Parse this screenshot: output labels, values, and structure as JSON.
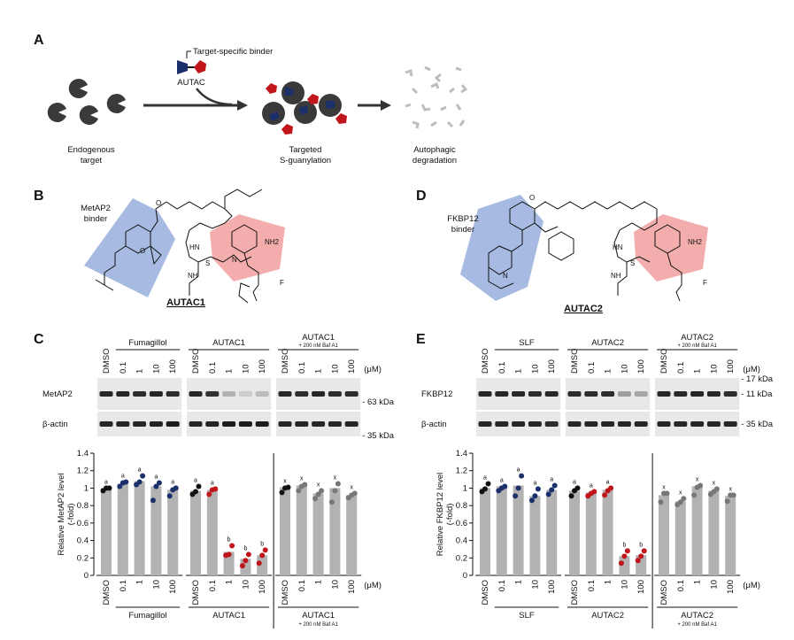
{
  "panel_letters": [
    "A",
    "B",
    "C",
    "D",
    "E"
  ],
  "panelA": {
    "binder_label": "Target-specific binder",
    "autac_label": "AUTAC",
    "step1": [
      "Endogenous",
      "target"
    ],
    "step2": [
      "Targeted",
      "S-guanylation"
    ],
    "step3": [
      "Autophagic",
      "degradation"
    ]
  },
  "panelB": {
    "binder_label": [
      "MetAP2",
      "binder"
    ],
    "compound": "AUTAC1",
    "atoms": {
      "nh2": "NH2",
      "f": "F",
      "s": "S",
      "nh": "NH",
      "hn": "HN",
      "o": "O",
      "n": "N",
      "oh": "O",
      "me": "O"
    }
  },
  "panelD": {
    "binder_label": [
      "FKBP12",
      "binder"
    ],
    "compound": "AUTAC2",
    "atoms": {
      "nh2": "NH2",
      "f": "F",
      "s": "S",
      "nh": "NH",
      "hn": "HN",
      "o": "O",
      "n": "N"
    }
  },
  "blotC": {
    "group_labels": [
      "Fumagillol",
      "AUTAC1",
      "AUTAC1"
    ],
    "baf_label": "+ 200 nM Baf A1",
    "unit": "(μM)",
    "lanes": [
      "DMSO",
      "0.1",
      "1",
      "10",
      "100",
      "DMSO",
      "0.1",
      "1",
      "10",
      "100",
      "DMSO",
      "0.1",
      "1",
      "10",
      "100"
    ],
    "rows": [
      "MetAP2",
      "β-actin"
    ],
    "mw": [
      "63 kDa",
      "35 kDa"
    ]
  },
  "blotE": {
    "group_labels": [
      "SLF",
      "AUTAC2",
      "AUTAC2"
    ],
    "baf_label": "+ 200 nM Baf A1",
    "unit": "(μM)",
    "lanes": [
      "DMSO",
      "0.1",
      "1",
      "10",
      "100",
      "DMSO",
      "0.1",
      "1",
      "10",
      "100",
      "DMSO",
      "0.1",
      "1",
      "10",
      "100"
    ],
    "rows": [
      "FKBP12",
      "β-actin"
    ],
    "mw": [
      "17 kDa",
      "11 kDa",
      "35 kDa"
    ]
  },
  "chart_data": [
    {
      "type": "bar",
      "panel": "C",
      "ylabel": "Relative MetAP2 level (-fold)",
      "ylim": [
        0,
        1.4
      ],
      "yticks": [
        0,
        0.2,
        0.4,
        0.6,
        0.8,
        1,
        1.2,
        1.4
      ],
      "categories": [
        "DMSO",
        "0.1",
        "1",
        "10",
        "100",
        "DMSO",
        "0.1",
        "1",
        "10",
        "100",
        "DMSO",
        "0.1",
        "1",
        "10",
        "100"
      ],
      "groups": [
        "Fumagillol",
        "AUTAC1",
        "AUTAC1"
      ],
      "group_note": "+ 200 nM Baf A1",
      "unit": "(μM)",
      "values": [
        1.0,
        1.05,
        1.08,
        1.02,
        0.98,
        0.97,
        0.98,
        0.27,
        0.19,
        0.23,
        1.01,
        1.03,
        0.94,
        1.0,
        0.92
      ],
      "points": [
        [
          0.97,
          1.0,
          1.0
        ],
        [
          1.02,
          1.06,
          1.07
        ],
        [
          1.04,
          1.07,
          1.14
        ],
        [
          0.86,
          1.02,
          1.06
        ],
        [
          0.91,
          0.98,
          1.0
        ],
        [
          0.93,
          0.96,
          1.02
        ],
        [
          0.93,
          0.98,
          0.99
        ],
        [
          0.23,
          0.24,
          0.34
        ],
        [
          0.11,
          0.17,
          0.24
        ],
        [
          0.14,
          0.23,
          0.29
        ],
        [
          0.95,
          1.0,
          1.01
        ],
        [
          0.97,
          1.02,
          1.04
        ],
        [
          0.88,
          0.93,
          0.97
        ],
        [
          0.84,
          0.97,
          1.05
        ],
        [
          0.89,
          0.92,
          0.94
        ]
      ],
      "point_colors": [
        "#111111",
        "#1b2f6b",
        "#1b2f6b",
        "#1b2f6b",
        "#1b2f6b",
        "#111111",
        "#c0151b",
        "#c0151b",
        "#c0151b",
        "#c0151b",
        "#111111",
        "#777777",
        "#777777",
        "#777777",
        "#777777"
      ],
      "significance": [
        "a",
        "a",
        "a",
        "a",
        "a",
        "a",
        "a",
        "b",
        "b",
        "b",
        "x",
        "x",
        "x",
        "x",
        "x"
      ]
    },
    {
      "type": "bar",
      "panel": "E",
      "ylabel": "Relative FKBP12 level (-fold)",
      "ylim": [
        0,
        1.4
      ],
      "yticks": [
        0,
        0.2,
        0.4,
        0.6,
        0.8,
        1,
        1.2,
        1.4
      ],
      "categories": [
        "DMSO",
        "0.1",
        "1",
        "10",
        "100",
        "DMSO",
        "0.1",
        "1",
        "10",
        "100",
        "DMSO",
        "0.1",
        "1",
        "10",
        "100"
      ],
      "groups": [
        "SLF",
        "AUTAC2",
        "AUTAC2"
      ],
      "group_note": "+ 200 nM Baf A1",
      "unit": "(μM)",
      "values": [
        1.0,
        1.02,
        1.03,
        0.91,
        0.98,
        0.97,
        0.95,
        0.98,
        0.22,
        0.23,
        0.92,
        0.85,
        1.02,
        0.97,
        0.91
      ],
      "points": [
        [
          0.96,
          0.99,
          1.05
        ],
        [
          0.97,
          1.0,
          1.02
        ],
        [
          0.91,
          1.0,
          1.14
        ],
        [
          0.86,
          0.91,
          0.99
        ],
        [
          0.93,
          0.98,
          1.03
        ],
        [
          0.91,
          0.97,
          1.0
        ],
        [
          0.91,
          0.94,
          0.96
        ],
        [
          0.92,
          0.97,
          1.0
        ],
        [
          0.14,
          0.22,
          0.28
        ],
        [
          0.17,
          0.22,
          0.28
        ],
        [
          0.84,
          0.94,
          0.94
        ],
        [
          0.81,
          0.84,
          0.88
        ],
        [
          0.92,
          1.01,
          1.03
        ],
        [
          0.93,
          0.96,
          0.99
        ],
        [
          0.85,
          0.92,
          0.92
        ]
      ],
      "point_colors": [
        "#111111",
        "#1b2f6b",
        "#1b2f6b",
        "#1b2f6b",
        "#1b2f6b",
        "#111111",
        "#c0151b",
        "#c0151b",
        "#c0151b",
        "#c0151b",
        "#777777",
        "#777777",
        "#777777",
        "#777777",
        "#777777"
      ],
      "significance": [
        "a",
        "a",
        "a",
        "a",
        "a",
        "a",
        "a",
        "a",
        "b",
        "b",
        "x",
        "x",
        "x",
        "x",
        "x"
      ]
    }
  ]
}
